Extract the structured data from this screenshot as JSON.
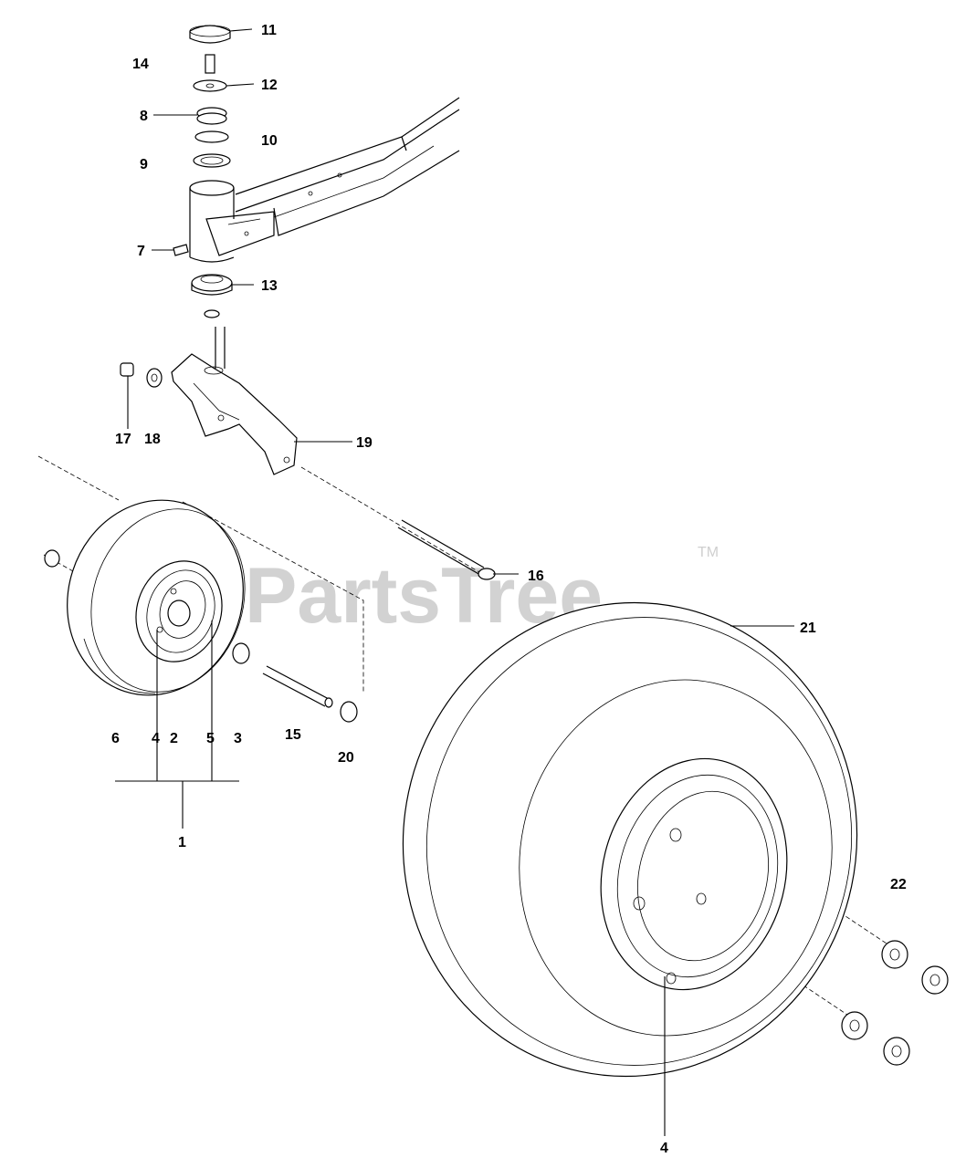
{
  "watermark": {
    "text": "PartsTree",
    "trademark": "TM"
  },
  "callouts": {
    "c1": "1",
    "c2": "2",
    "c3": "3",
    "c4a": "4",
    "c4b": "4",
    "c5": "5",
    "c6": "6",
    "c7": "7",
    "c8": "8",
    "c9": "9",
    "c10": "10",
    "c11": "11",
    "c12": "12",
    "c13": "13",
    "c14": "14",
    "c15": "15",
    "c16": "16",
    "c17": "17",
    "c18": "18",
    "c19": "19",
    "c20": "20",
    "c21": "21",
    "c22": "22"
  }
}
